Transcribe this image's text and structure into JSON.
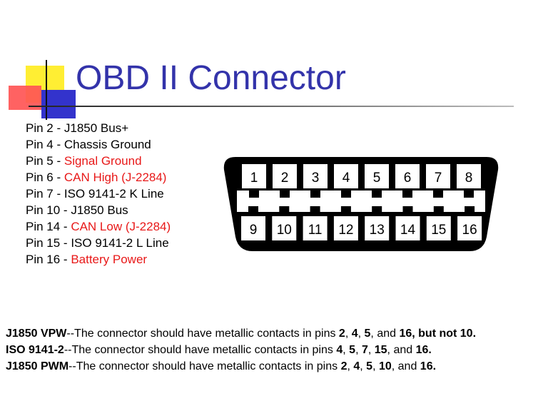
{
  "slide": {
    "title": "OBD II Connector"
  },
  "pins": [
    {
      "prefix": "Pin 2 - ",
      "label": "J1850 Bus+",
      "highlight": false
    },
    {
      "prefix": "Pin 4 - ",
      "label": "Chassis Ground",
      "highlight": false
    },
    {
      "prefix": "Pin 5 - ",
      "label": "Signal Ground",
      "highlight": true
    },
    {
      "prefix": "Pin 6 - ",
      "label": "CAN High (J-2284)",
      "highlight": true
    },
    {
      "prefix": "Pin 7 - ",
      "label": "ISO 9141-2 K Line",
      "highlight": false
    },
    {
      "prefix": "Pin 10 - ",
      "label": "J1850 Bus",
      "highlight": false
    },
    {
      "prefix": "Pin 14 - ",
      "label": "CAN Low (J-2284)",
      "highlight": true
    },
    {
      "prefix": "Pin 15 - ",
      "label": "ISO 9141-2 L Line",
      "highlight": false
    },
    {
      "prefix": "Pin 16 - ",
      "label": "Battery Power",
      "highlight": true
    }
  ],
  "connector": {
    "top_row": [
      "1",
      "2",
      "3",
      "4",
      "5",
      "6",
      "7",
      "8"
    ],
    "bottom_row": [
      "9",
      "10",
      "11",
      "12",
      "13",
      "14",
      "15",
      "16"
    ]
  },
  "notes": [
    {
      "protocol": "J1850 VPW",
      "text": "--The connector should have metallic contacts in pins ",
      "pins": [
        "2",
        "4",
        "5"
      ],
      "last": "16",
      "suffix": ", but not 10."
    },
    {
      "protocol": "ISO 9141-2",
      "text": "--The connector should have metallic contacts in pins ",
      "pins": [
        "4",
        "5",
        "7",
        "15"
      ],
      "last": "16",
      "suffix": "."
    },
    {
      "protocol": "J1850 PWM",
      "text": "--The connector should have metallic contacts in pins ",
      "pins": [
        "2",
        "4",
        "5",
        "10"
      ],
      "last": "16",
      "suffix": "."
    }
  ],
  "colors": {
    "title": "#3333aa",
    "highlight": "#e81818",
    "accent_yellow": "#ffee33",
    "accent_blue": "#3333cc",
    "accent_red": "#ff5555"
  }
}
